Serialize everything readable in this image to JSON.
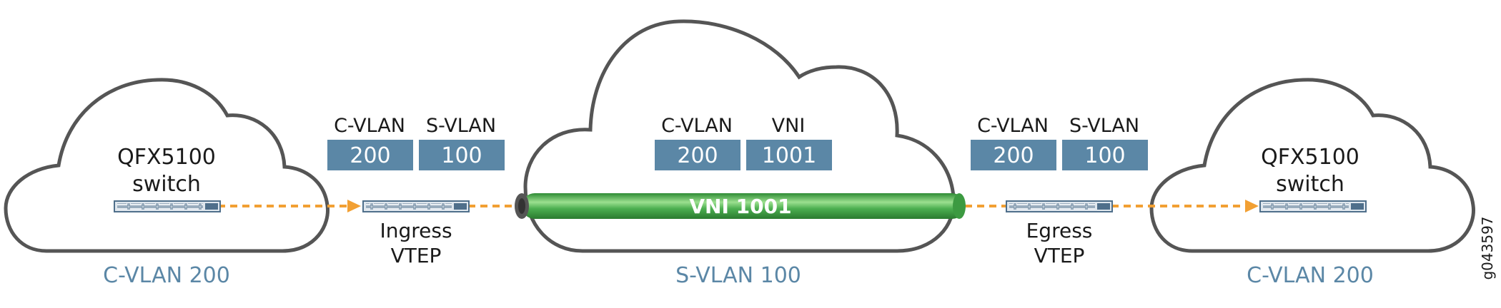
{
  "left_site": {
    "device_line1": "QFX5100",
    "device_line2": "switch",
    "network_label": "C-VLAN 200"
  },
  "right_site": {
    "device_line1": "QFX5100",
    "device_line2": "switch",
    "network_label": "C-VLAN 200"
  },
  "core": {
    "network_label": "S-VLAN 100",
    "tunnel_label": "VNI 1001"
  },
  "ingress": {
    "label_line1": "Ingress",
    "label_line2": "VTEP",
    "tags": [
      {
        "header": "C-VLAN",
        "value": "200"
      },
      {
        "header": "S-VLAN",
        "value": "100"
      }
    ]
  },
  "core_tags": [
    {
      "header": "C-VLAN",
      "value": "200"
    },
    {
      "header": "VNI",
      "value": "1001"
    }
  ],
  "egress": {
    "label_line1": "Egress",
    "label_line2": "VTEP",
    "tags": [
      {
        "header": "C-VLAN",
        "value": "200"
      },
      {
        "header": "S-VLAN",
        "value": "100"
      }
    ]
  },
  "figure_id": "g043597",
  "colors": {
    "cloud_stroke": "#555555",
    "tag_box": "#5b87a6",
    "tunnel_green": "#4caf50",
    "flow_arrow": "#f2a033",
    "network_label": "#5b87a6"
  }
}
